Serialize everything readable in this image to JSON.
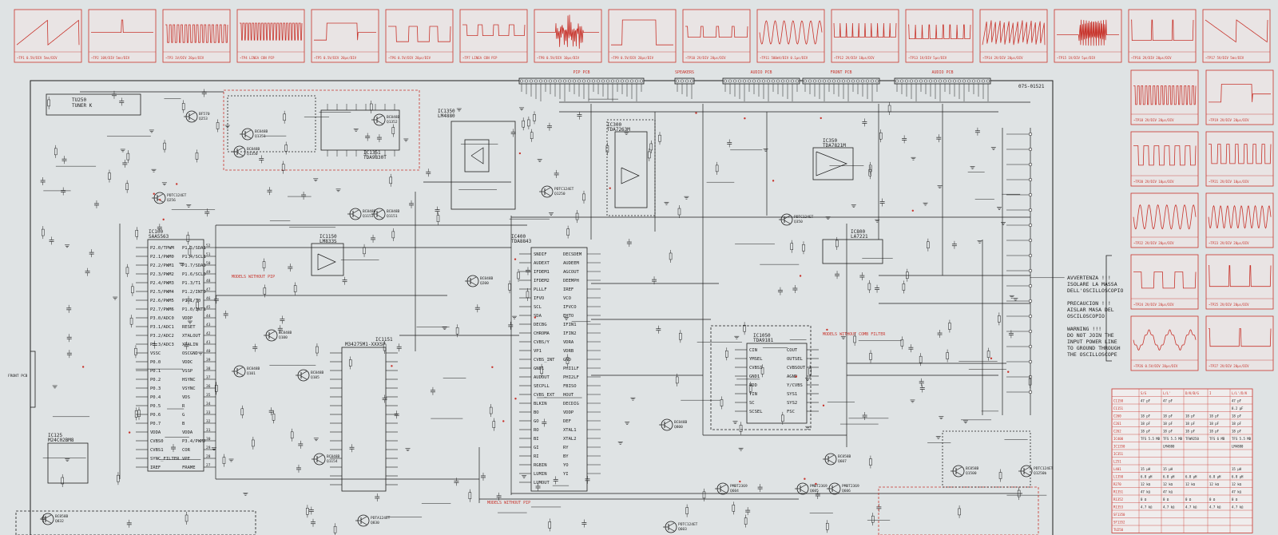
{
  "waveforms_top": [
    {
      "shape": "saw-falling",
      "caption": "~TP1 0.5V/DIV 5ms/DIV"
    },
    {
      "shape": "pulse-flat",
      "caption": "~TP2 10V/DIV 5ms/DIV"
    },
    {
      "shape": "dense-rect",
      "caption": "~TP3 1V/DIV 20μs/DIV"
    },
    {
      "shape": "dense-rect-2",
      "caption": "~TP4 LINEA CON PIP"
    },
    {
      "shape": "step",
      "caption": "~TP5 0.5V/DIV 20μs/DIV"
    },
    {
      "shape": "step-2",
      "caption": "~TP6 0.5V/DIV 20μs/DIV"
    },
    {
      "shape": "step-3",
      "caption": "~TP7 LINEA CON PIP"
    },
    {
      "shape": "burst",
      "caption": "~TP8 0.5V/DIV 10μs/DIV"
    },
    {
      "shape": "square-big",
      "caption": "~TP9 0.5V/DIV 20μs/DIV"
    },
    {
      "shape": "small-step",
      "caption": "~TP10 2V/DIV 20μs/DIV"
    },
    {
      "shape": "sine",
      "caption": "~TP11 500mV/DIV 0.1μs/DIV"
    },
    {
      "shape": "comb",
      "caption": "~TP12 2V/DIV 10μs/DIV"
    },
    {
      "shape": "comb-2",
      "caption": "~TP13 1V/DIV 5μs/DIV"
    },
    {
      "shape": "saw-dense",
      "caption": "~TP14 2V/DIV 20μs/DIV"
    },
    {
      "shape": "burst-2",
      "caption": "~TP15 1V/DIV 5μs/DIV"
    },
    {
      "shape": "spikes",
      "caption": "~TP16 2V/DIV 20μs/DIV"
    },
    {
      "shape": "saw-rising",
      "caption": "~TP17 5V/DIV 5ms/DIV"
    }
  ],
  "waveforms_side": [
    {
      "shape": "dense-rect",
      "caption": "~TP18 2V/DIV 20μs/DIV"
    },
    {
      "shape": "step",
      "caption": "~TP19 2V/DIV 20μs/DIV"
    },
    {
      "shape": "square",
      "caption": "~TP20 2V/DIV 10μs/DIV"
    },
    {
      "shape": "square-2",
      "caption": "~TP21 2V/DIV 10μs/DIV"
    },
    {
      "shape": "sine",
      "caption": "~TP22 2V/DIV 20μs/DIV"
    },
    {
      "shape": "sine-2",
      "caption": "~TP23 2V/DIV 20μs/DIV"
    },
    {
      "shape": "step-2",
      "caption": "~TP24 2V/DIV 20μs/DIV"
    },
    {
      "shape": "spikes",
      "caption": "~TP25 2V/DIV 20μs/DIV"
    },
    {
      "shape": "wave",
      "caption": "~TP26 0.5V/DIV 20μs/DIV"
    },
    {
      "shape": "spikes-2",
      "caption": "~TP27 2V/DIV 20μs/DIV"
    }
  ],
  "title_code": "07S-01521",
  "connectors": [
    {
      "name": "PIP PCB"
    },
    {
      "name": "SPEAKERS"
    },
    {
      "name": "AUDIO PCB"
    },
    {
      "name": "FRONT PCB"
    },
    {
      "name": "AUDIO PCB"
    }
  ],
  "components": [
    {
      "ref": "TU250",
      "label": "TUNER K"
    },
    {
      "ref": "IC100",
      "label": "SAA5563"
    },
    {
      "ref": "IC1350",
      "label": "LM4880"
    },
    {
      "ref": "IC300",
      "label": "TDA7263M"
    },
    {
      "ref": "IC350",
      "label": "TDA7821M"
    },
    {
      "ref": "IC400",
      "label": "TDA8843"
    },
    {
      "ref": "IC1151",
      "label": "M34275M1-XXXSP"
    },
    {
      "ref": "IC1050",
      "label": "TDA9181"
    },
    {
      "ref": "IC125",
      "label": "M24C02BM8"
    },
    {
      "ref": "IC800",
      "label": "LA7221"
    },
    {
      "ref": "IC1351",
      "label": "TDA9830T"
    },
    {
      "ref": "IC1150",
      "label": "LM833S"
    }
  ],
  "transistors": [
    {
      "ref": "Q253",
      "type": "BF570"
    },
    {
      "ref": "Q256",
      "type": "PDTC124ET"
    },
    {
      "ref": "Q1351",
      "type": "BC848B"
    },
    {
      "ref": "Q1350",
      "type": "BC848B"
    },
    {
      "ref": "Q1352",
      "type": "BC848B"
    },
    {
      "ref": "Q1250",
      "type": "PDTC124ET"
    },
    {
      "ref": "Q350",
      "type": "PDTC124ET"
    },
    {
      "ref": "Q200",
      "type": "BC848B"
    },
    {
      "ref": "Q100",
      "type": "BC848B"
    },
    {
      "ref": "Q101",
      "type": "BC848B"
    },
    {
      "ref": "Q105",
      "type": "BC848B"
    },
    {
      "ref": "Q1154",
      "type": "BC848B"
    },
    {
      "ref": "Q1153",
      "type": "BC848B"
    },
    {
      "ref": "Q1151",
      "type": "BC848B"
    },
    {
      "ref": "Q800",
      "type": "BC848B"
    },
    {
      "ref": "Q604",
      "type": "PMBT2369"
    },
    {
      "ref": "Q605",
      "type": "PMBT2369"
    },
    {
      "ref": "Q606",
      "type": "PMBT2369"
    },
    {
      "ref": "Q1500",
      "type": "BC858B"
    },
    {
      "ref": "Q1250b",
      "type": "PDTC124ET"
    },
    {
      "ref": "Q832",
      "type": "BC858B"
    },
    {
      "ref": "Q830",
      "type": "PDTA124ET"
    },
    {
      "ref": "Q603",
      "type": "PDTC124ET"
    },
    {
      "ref": "Q607",
      "type": "BC858B"
    }
  ],
  "ic100_pins_left": [
    "P2.0/TPWM",
    "P2.1/PWM0",
    "P2.2/PWM1",
    "P2.3/PWM2",
    "P2.4/PWM3",
    "P2.5/PWM4",
    "P2.6/PWM5",
    "P2.7/PWM6",
    "P3.0/ADC0",
    "P3.1/ADC1",
    "P3.2/ADC2",
    "P3.3/ADC3",
    "VSSC",
    "P0.0",
    "P0.1",
    "P0.2",
    "P0.3",
    "P0.4",
    "P0.5",
    "P0.6",
    "P0.7",
    "VDDA",
    "CVBS0",
    "CVBS1",
    "SYNC_FILTER",
    "IREF"
  ],
  "ic100_pins_right": [
    "P1.5/SDA1",
    "P1.4/SCL1",
    "P1.7/SDA0",
    "P1.6/SCL0",
    "P1.3/T1",
    "P1.2/INT0",
    "P1.1/T0",
    "P1.0/INT1",
    "VDDP",
    "RESET",
    "XTALOUT",
    "XTALIN",
    "OSCGND",
    "VDDC",
    "VSSP",
    "HSYNC",
    "VSYNC",
    "VDS",
    "R",
    "G",
    "B",
    "VDDA",
    "P3.4/PWM7",
    "COR",
    "VPE",
    "FRAME"
  ],
  "ic400_pins_left": [
    "SNDIF",
    "AUDEXT",
    "IFDEM1",
    "IFDEM2",
    "PLLLF",
    "IFVO",
    "SCL",
    "SDA",
    "DECBG",
    "CHROMA",
    "CVBS/Y",
    "VP1",
    "CVBS_INT",
    "GND1",
    "AUDOUT",
    "SECPLL",
    "CVBS_EXT",
    "BLKIN",
    "BO",
    "GO",
    "RO",
    "BI",
    "GI",
    "RI",
    "RGBIN",
    "LUMIN",
    "LUMOUT"
  ],
  "ic400_pins_right": [
    "DECSDEM",
    "AUDEEM",
    "AGCOUT",
    "DEEMPH",
    "IREF",
    "VCO",
    "IFVCO",
    "EHTO",
    "IFIN1",
    "IFIN2",
    "VDRA",
    "VDRB",
    "GND",
    "PHI1LF",
    "PHI2LF",
    "FBISO",
    "HOUT",
    "DECDIG",
    "VDDP",
    "DEF",
    "XTAL1",
    "XTAL2",
    "RY",
    "BY",
    "YO",
    "YI"
  ],
  "ic1050_pins_left": [
    "CIN",
    "YMSEL",
    "CVBSI",
    "GND1",
    "VDD",
    "YIN",
    "SC",
    "SCSEL"
  ],
  "ic1050_pins_right": [
    "COUT",
    "OUTSEL",
    "CVBSOUT",
    "AGND",
    "Y/CVBS",
    "SYS1",
    "SYS2",
    "FSC"
  ],
  "annotations": [
    "MODELS WITHOUT PIP",
    "MODELS WITHOUT COMB FILTER",
    "MODELS WITHOUT PIP",
    "FRONT PCB"
  ],
  "warnings": [
    "AVVERTENZA !!!",
    "ISOLARE LA MASSA",
    "DELL'OSCILLOSCOPIO",
    "",
    "PRECAUCION !!!",
    "AISLAR MASA DEL",
    "OSCILOSCOPIO",
    "",
    "WARNING !!!",
    "DO NOT JOIN THE",
    "INPUT POWER LINE",
    "TO GROUND THROUGH",
    "THE OSCILLOSCOPE"
  ],
  "variant_table": {
    "headers": [
      "",
      "S/G",
      "L/L'",
      "D/K/B/G",
      "I",
      "L/L'/D/K"
    ],
    "rows": [
      [
        "C1150",
        "47 pF",
        "47 pF",
        "",
        "",
        "47 pF"
      ],
      [
        "C1151",
        "",
        "",
        "",
        "",
        "8.2 pF"
      ],
      [
        "C260",
        "18 pF",
        "18 pF",
        "18 pF",
        "18 pF",
        "18 pF"
      ],
      [
        "C261",
        "18 pF",
        "18 pF",
        "18 pF",
        "18 pF",
        "18 pF"
      ],
      [
        "C262",
        "18 pF",
        "18 pF",
        "18 pF",
        "18 pF",
        "18 pF"
      ],
      [
        "IC400",
        "TFS 5.5 MB",
        "TFS 5.5 MB",
        "TFW9250",
        "TFS 6 MB",
        "TFS 5.5 MB"
      ],
      [
        "IC1350",
        "",
        "LM4880",
        "",
        "",
        "LM4880"
      ],
      [
        "IC351",
        "",
        "",
        "",
        "",
        ""
      ],
      [
        "L251",
        "",
        "",
        "",
        "",
        ""
      ],
      [
        "L401",
        "15 μH",
        "15 μH",
        "",
        "",
        "15 μH"
      ],
      [
        "L1350",
        "6.8 μH",
        "6.8 μH",
        "6.8 μH",
        "6.8 μH",
        "6.8 μH"
      ],
      [
        "R270",
        "12 kΩ",
        "12 kΩ",
        "12 kΩ",
        "12 kΩ",
        "12 kΩ"
      ],
      [
        "R1351",
        "47 kΩ",
        "47 kΩ",
        "",
        "",
        "47 kΩ"
      ],
      [
        "R1352",
        "0 Ω",
        "0 Ω",
        "0 Ω",
        "0 Ω",
        "0 Ω"
      ],
      [
        "R1353",
        "4.7 kΩ",
        "4.7 kΩ",
        "4.7 kΩ",
        "4.7 kΩ",
        "4.7 kΩ"
      ],
      [
        "SF1350",
        "",
        "",
        "",
        "",
        ""
      ],
      [
        "SF1352",
        "",
        "",
        "",
        "",
        ""
      ],
      [
        "TU250",
        "",
        "",
        "",
        "",
        ""
      ]
    ]
  },
  "colors": {
    "background": "#dfe3e4",
    "wire": "#1d1d1d",
    "accent": "#c8342c",
    "panel": "#e9e4e4"
  }
}
